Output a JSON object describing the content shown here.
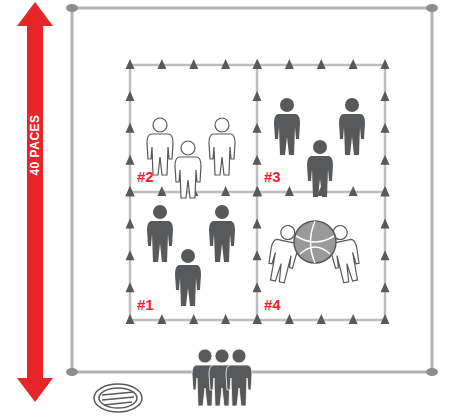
{
  "diagram": {
    "nodes": [
      {
        "text": [
          "#2"
        ]
      },
      {
        "text": [
          "#3"
        ]
      },
      {
        "text": [
          "#1"
        ]
      },
      {
        "text": [
          "#4"
        ]
      }
    ],
    "labels": [
      "40 PACES"
    ]
  }
}
